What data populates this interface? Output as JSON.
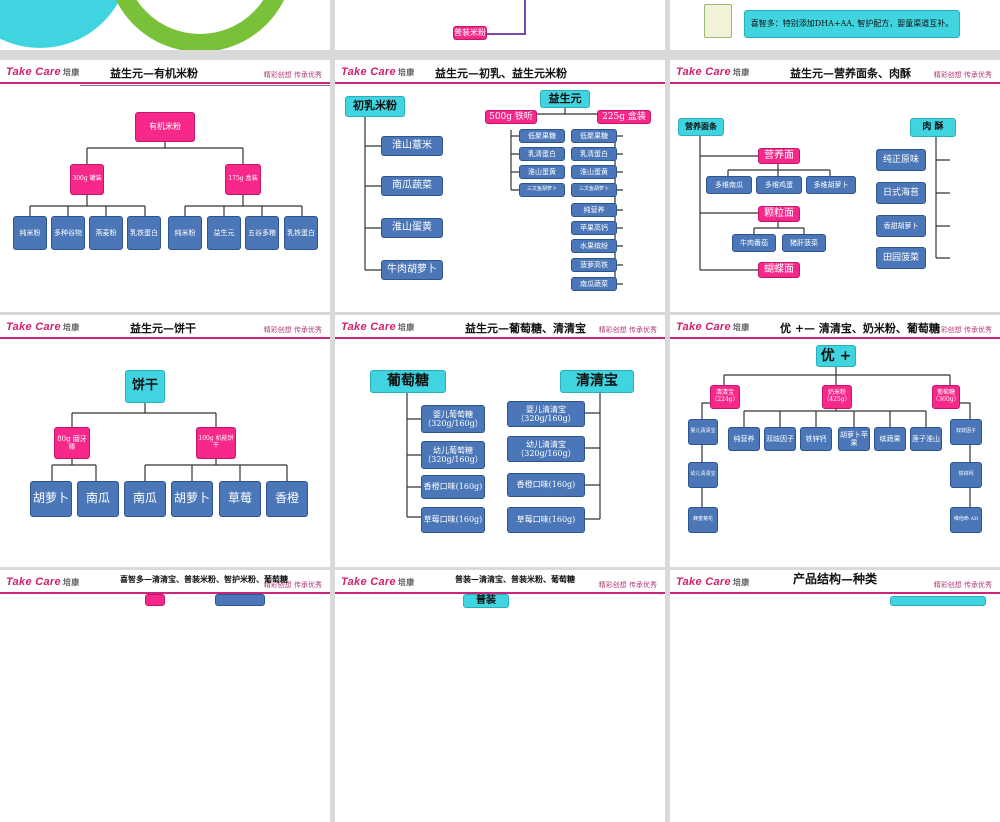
{
  "brand": "Take Care",
  "brand_cn": "培康",
  "slogan": "精彩创想 传承优秀",
  "top_row": {
    "s2_label": "普装米粉",
    "s3_text": "喜智多：特别添加DHA+AA, 智护配方，婴童渠道互补。"
  },
  "s1": {
    "title": "益生元—有机米粉",
    "root": "有机米粉",
    "left": "300g 罐装",
    "right": "175g 盒装",
    "leaves": [
      "纯米粉",
      "多种谷物",
      "燕麦粉",
      "乳铁蛋白",
      "纯米粉",
      "益生元",
      "五谷多粮",
      "乳铁蛋白"
    ]
  },
  "s2": {
    "title": "益生元—初乳、益生元米粉",
    "left_head": "初乳米粉",
    "left_items": [
      "淮山薏米",
      "南瓜蔬菜",
      "淮山蛋黄",
      "牛肉胡萝卜"
    ],
    "root": "益生元",
    "tag_left": "500g 铁听",
    "tag_right": "225g 盒装",
    "col1": [
      "低聚果糖",
      "乳清蛋白",
      "淮山蛋黄",
      "三文鱼胡萝卜"
    ],
    "col2": [
      "低聚果糖",
      "乳清蛋白",
      "淮山蛋黄",
      "三文鱼胡萝卜",
      "纯营养",
      "苹果高钙",
      "水果缤纷",
      "菠萝高铁",
      "南瓜蔬菜"
    ]
  },
  "s3": {
    "title": "益生元—营养面条、肉酥",
    "left_head": "营养面条",
    "right_head": "肉 酥",
    "g1": "营养面",
    "g1_items": [
      "多维南瓜",
      "多维鸡蛋",
      "多维胡萝卜"
    ],
    "g2": "颗粒面",
    "g2_items": [
      "牛肉番茄",
      "猪肝菠菜"
    ],
    "g3": "蝴蝶面",
    "right_items": [
      "纯正原味",
      "日式海苔",
      "香甜胡萝卜",
      "田园菠菜"
    ]
  },
  "s4": {
    "title": "益生元—饼干",
    "root": "饼干",
    "left": "80g 磨牙棒",
    "right": "100g 机能饼干",
    "leaves": [
      "胡萝卜",
      "南瓜",
      "南瓜",
      "胡萝卜",
      "草莓",
      "香橙"
    ]
  },
  "s5": {
    "title": "益生元—葡萄糖、清清宝",
    "left_head": "葡萄糖",
    "right_head": "清清宝",
    "left_items": [
      "婴儿葡萄糖（320g/160g）",
      "幼儿葡萄糖（320g/160g）",
      "香橙口味(160g)",
      "草莓口味(160g)"
    ],
    "right_items": [
      "婴儿清清宝（320g/160g）",
      "幼儿清清宝（320g/160g）",
      "香橙口味(160g)",
      "草莓口味(160g)"
    ]
  },
  "s6": {
    "title": "优 +— 清清宝、奶米粉、葡萄糖",
    "root": "优 +",
    "a": "清清宝（224g）",
    "b": "奶米粉（425g）",
    "c": "葡萄糖（360g）",
    "left_items": [
      "婴儿清清宝",
      "幼儿清清宝",
      "蜂蜜菊花"
    ],
    "mid_items": [
      "纯营养",
      "双歧因子",
      "铁锌钙",
      "胡萝卜苹果",
      "缤蔬果",
      "莲子淮山"
    ],
    "right_items": [
      "双歧因子",
      "铁锌钙",
      "维他命 AD"
    ]
  },
  "bottom_row": {
    "t1": "喜智多—清清宝、普装米粉、智护米粉、葡萄糖",
    "t2": "普装—清清宝、普装米粉、葡萄糖",
    "t3": "产品结构—种类",
    "t2_box": "普装"
  }
}
